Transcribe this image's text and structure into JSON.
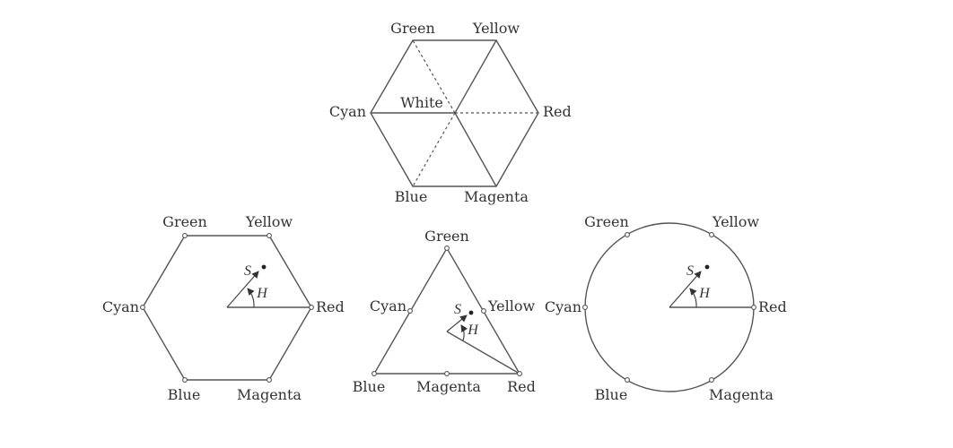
{
  "top_hexagon": {
    "labels": {
      "green": "Green",
      "yellow": "Yellow",
      "cyan": "Cyan",
      "red": "Red",
      "blue": "Blue",
      "magenta": "Magenta",
      "white": "White"
    }
  },
  "hexagon_hsi": {
    "labels": {
      "green": "Green",
      "yellow": "Yellow",
      "cyan": "Cyan",
      "red": "Red",
      "blue": "Blue",
      "magenta": "Magenta",
      "saturation": "S",
      "hue": "H"
    }
  },
  "triangle_hsi": {
    "labels": {
      "green": "Green",
      "cyan": "Cyan",
      "yellow": "Yellow",
      "blue": "Blue",
      "magenta": "Magenta",
      "red": "Red",
      "saturation": "S",
      "hue": "H"
    }
  },
  "circle_hsi": {
    "labels": {
      "green": "Green",
      "yellow": "Yellow",
      "cyan": "Cyan",
      "red": "Red",
      "blue": "Blue",
      "magenta": "Magenta",
      "saturation": "S",
      "hue": "H"
    }
  }
}
